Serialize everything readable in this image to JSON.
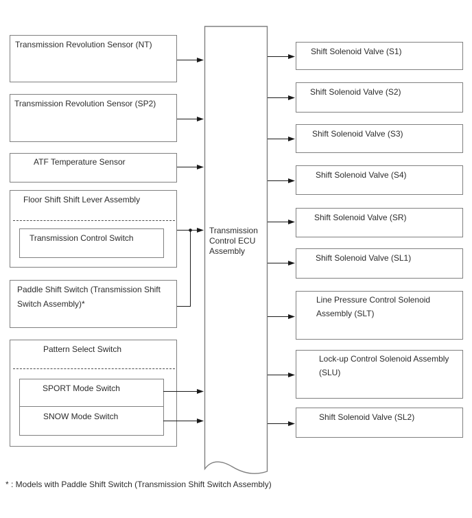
{
  "diagram": {
    "ecu": {
      "label": "Transmission Control ECU Assembly",
      "lines": [
        "Transmission",
        "Control ECU",
        "Assembly"
      ]
    },
    "inputs": {
      "nt": {
        "label": "Transmission Revolution Sensor (NT)"
      },
      "sp2": {
        "label": "Transmission Revolution Sensor (SP2)"
      },
      "atf": {
        "label": "ATF Temperature Sensor"
      },
      "floor_shift": {
        "label": "Floor Shift Shift Lever Assembly",
        "child": {
          "label": "Transmission Control Switch"
        }
      },
      "paddle": {
        "label": "Paddle Shift Switch (Transmission Shift Switch Assembly)*",
        "lines": [
          "Paddle Shift Switch (Transmission Shift",
          "Switch Assembly)*"
        ]
      },
      "pattern": {
        "label": "Pattern Select Switch",
        "children": {
          "sport": {
            "label": "SPORT Mode Switch"
          },
          "snow": {
            "label": "SNOW Mode Switch"
          }
        }
      }
    },
    "outputs": {
      "s1": {
        "label": "Shift Solenoid Valve (S1)"
      },
      "s2": {
        "label": "Shift Solenoid Valve (S2)"
      },
      "s3": {
        "label": "Shift Solenoid Valve (S3)"
      },
      "s4": {
        "label": "Shift Solenoid Valve (S4)"
      },
      "sr": {
        "label": "Shift Solenoid Valve (SR)"
      },
      "sl1": {
        "label": "Shift Solenoid Valve (SL1)"
      },
      "slt": {
        "label": "Line Pressure Control Solenoid Assembly (SLT)",
        "lines": [
          "Line Pressure Control Solenoid",
          "Assembly (SLT)"
        ]
      },
      "slu": {
        "label": "Lock-up Control Solenoid Assembly (SLU)",
        "lines": [
          "Lock-up Control Solenoid Assembly",
          "(SLU)"
        ]
      },
      "sl2": {
        "label": "Shift Solenoid Valve (SL2)"
      }
    },
    "footnote": "* : Models with Paddle Shift Switch (Transmission Shift Switch Assembly)",
    "colors": {
      "box_border": "#7f7f7f",
      "connector": "#1a1a1a",
      "text": "#2b2b2b",
      "background": "#ffffff"
    }
  }
}
